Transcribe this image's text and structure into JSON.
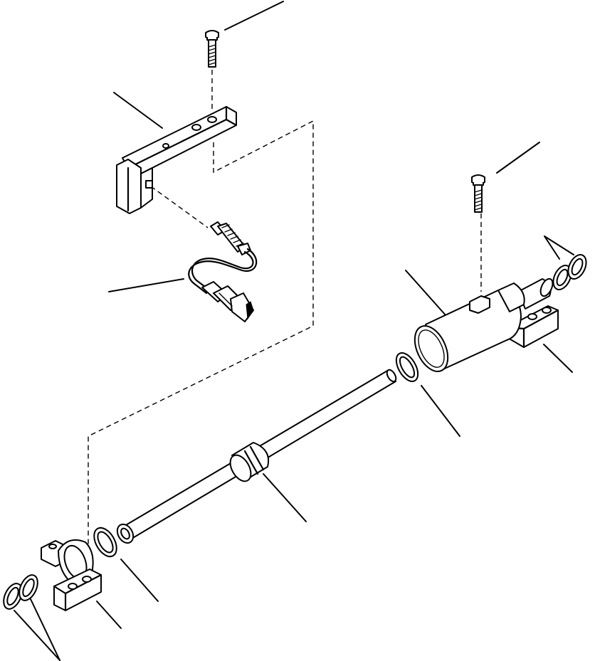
{
  "diagram": {
    "type": "exploded-parts-view",
    "parts": [
      {
        "id": "bolt-top",
        "icon": "bolt-icon"
      },
      {
        "id": "sensor-bracket",
        "icon": "l-bracket-icon"
      },
      {
        "id": "proximity-sensor",
        "icon": "sensor-icon"
      },
      {
        "id": "sensor-cable-connector",
        "icon": "connector-icon"
      },
      {
        "id": "bolt-right",
        "icon": "bolt-icon"
      },
      {
        "id": "snap-rings-right",
        "icon": "snap-ring-icon"
      },
      {
        "id": "cylinder-tube",
        "icon": "cylinder-icon"
      },
      {
        "id": "mount-block-right",
        "icon": "mount-block-icon"
      },
      {
        "id": "o-ring-right",
        "icon": "o-ring-icon"
      },
      {
        "id": "piston-rod",
        "icon": "shaft-icon"
      },
      {
        "id": "o-ring-left",
        "icon": "o-ring-icon"
      },
      {
        "id": "mount-block-left",
        "icon": "mount-block-icon"
      },
      {
        "id": "snap-rings-left",
        "icon": "snap-ring-icon"
      }
    ],
    "line_color": "#000000",
    "background": "#ffffff"
  }
}
